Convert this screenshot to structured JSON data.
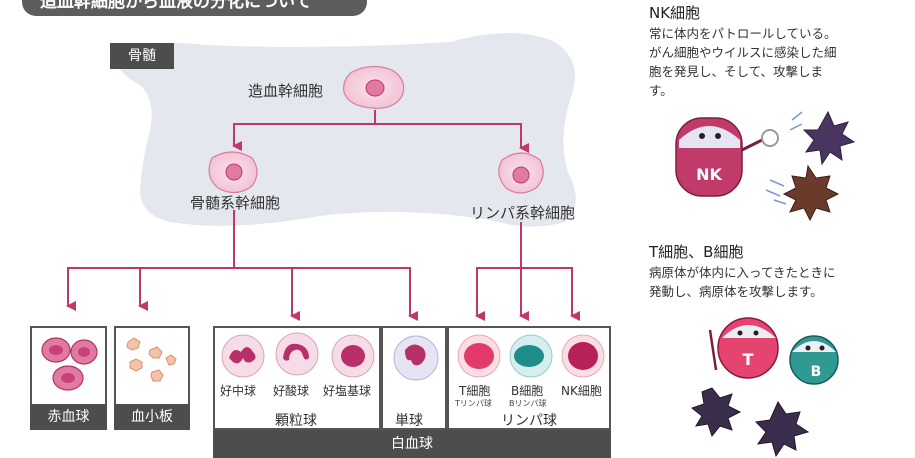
{
  "title": "造血幹細胞から血液の分化について",
  "marrow_label": "骨髄",
  "hsc": "造血幹細胞",
  "myeloid_stem": "骨髄系幹細胞",
  "lymphoid_stem": "リンパ系幹細胞",
  "cells": {
    "rbc": "赤血球",
    "platelet": "血小板",
    "neutrophil": "好中球",
    "eosinophil": "好酸球",
    "basophil": "好塩基球",
    "granulocyte": "顆粒球",
    "monocyte": "単球",
    "t_cell": "T細胞",
    "t_sub": "Tリンパ球",
    "b_cell": "B細胞",
    "b_sub": "Bリンパ球",
    "nk_cell": "NK細胞",
    "lymphocyte": "リンパ球",
    "wbc": "白血球"
  },
  "nk_section": {
    "title": "NK細胞",
    "line1": "常に体内をパトロールしている。",
    "line2": "がん細胞やウイルスに感染した細",
    "line3": "胞を発見し、そして、攻撃しま",
    "line4": "す。",
    "badge": "NK"
  },
  "tb_section": {
    "title": "T細胞、B細胞",
    "line1": "病原体が体内に入ってきたときに",
    "line2": "発動し、病原体を攻撃します。",
    "t_badge": "T",
    "b_badge": "B"
  },
  "colors": {
    "arrow": "#c0386b",
    "cell_pink": "#e07aa0",
    "marrow_fill": "#e4e8ee",
    "dark": "#4d4d4d"
  }
}
